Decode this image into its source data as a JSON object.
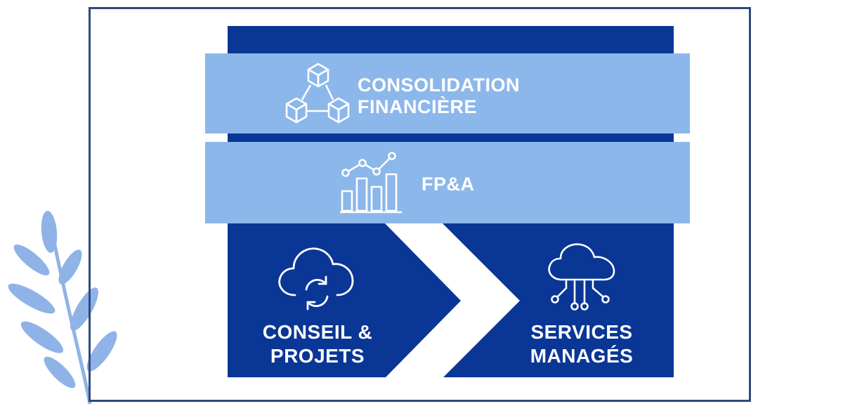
{
  "blocks": {
    "consolidation": {
      "line1": "CONSOLIDATION",
      "line2": "FINANCIÈRE",
      "icon": "linked-cubes-icon"
    },
    "fpa": {
      "label": "FP&A",
      "icon": "bar-chart-trend-icon"
    },
    "conseil": {
      "line1": "CONSEIL &",
      "line2": "PROJETS",
      "icon": "cloud-refresh-icon"
    },
    "services": {
      "line1": "SERVICES",
      "line2": "MANAGÉS",
      "icon": "cloud-network-icon"
    }
  },
  "colors": {
    "navy": "#0a3696",
    "light_blue": "#8cb7ea",
    "frame": "#2e4a7d",
    "leaf": "#8fb3e6",
    "white": "#ffffff"
  }
}
